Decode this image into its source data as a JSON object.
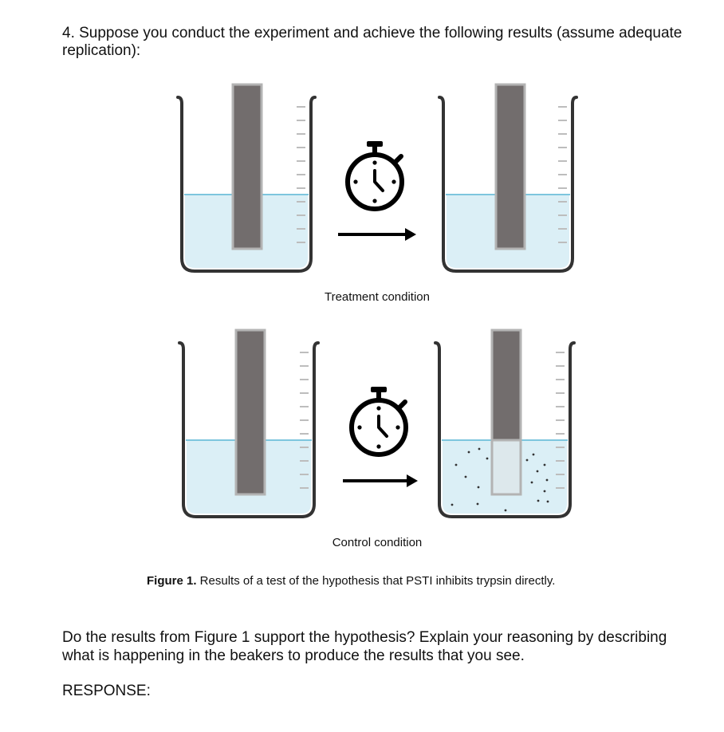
{
  "question": {
    "text": "4. Suppose you conduct the experiment and achieve the following results (assume adequate replication):"
  },
  "figure": {
    "labels": {
      "treatment": "Treatment condition",
      "control": "Control condition"
    },
    "caption": {
      "prefix": "Figure 1.",
      "text": " Results of a test of the hypothesis that PSTI inhibits trypsin directly."
    },
    "colors": {
      "liquid": "#dbeff6",
      "liquid_line": "#7ec6de",
      "strip": "#726d6d",
      "strip_border": "#b3b3b3",
      "beaker": "#333333",
      "scale_ticks": "#bdbdbd"
    },
    "icons": [
      "stopwatch-icon",
      "arrow-right-icon"
    ]
  },
  "followup": {
    "text": "Do the results from Figure 1 support the hypothesis? Explain your reasoning by describing what is happening in the beakers to produce the results that you see."
  },
  "response": {
    "label": "RESPONSE:"
  }
}
